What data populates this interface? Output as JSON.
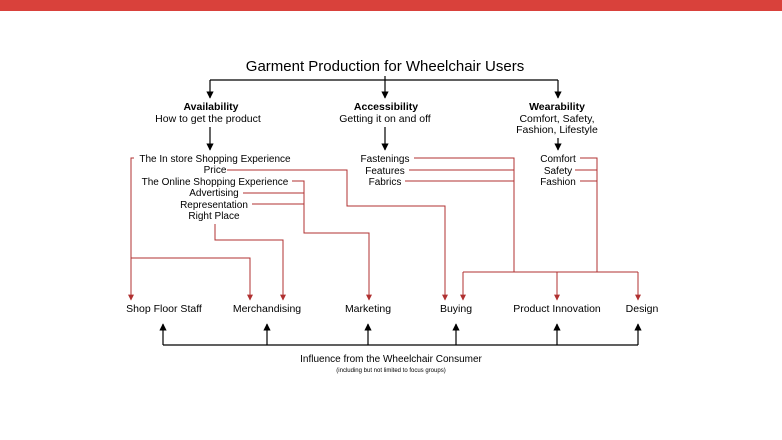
{
  "accent_color": "#d9413b",
  "line_color": "#b03030",
  "title": "Garment Production for Wheelchair Users",
  "categories": [
    {
      "heading": "Availability",
      "sub": [
        "How to get the product"
      ]
    },
    {
      "heading": "Accessibility",
      "sub": [
        "Getting it on and off"
      ]
    },
    {
      "heading": "Wearability",
      "sub": [
        "Comfort, Safety,",
        "Fashion, Lifestyle"
      ]
    }
  ],
  "availability_items": [
    "The In store Shopping Experience",
    "Price",
    "The Online Shopping Experience",
    "Advertising",
    "Representation",
    "Right Place"
  ],
  "accessibility_items": [
    "Fastenings",
    "Features",
    "Fabrics"
  ],
  "wearability_items": [
    "Comfort",
    "Safety",
    "Fashion"
  ],
  "departments": [
    "Shop Floor Staff",
    "Merchandising",
    "Marketing",
    "Buying",
    "Product Innovation",
    "Design"
  ],
  "footer": {
    "label": "Influence from the Wheelchair Consumer",
    "note": "(including but not limited to focus groups)"
  }
}
